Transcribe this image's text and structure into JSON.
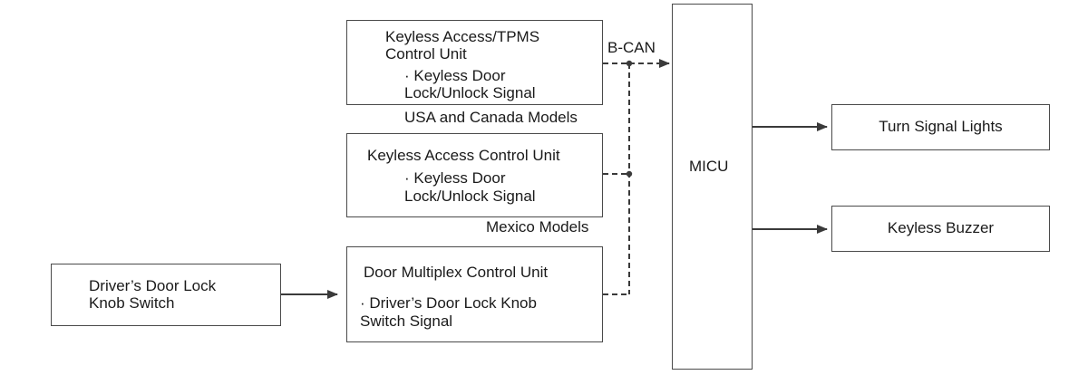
{
  "blocks": {
    "tpms_unit": {
      "title_line1": "Keyless Access/TPMS",
      "title_line2": "Control Unit",
      "signal_line1": "· Keyless Door",
      "signal_line2": "Lock/Unlock Signal"
    },
    "keyless_unit": {
      "title": "Keyless Access Control Unit",
      "signal_line1": "· Keyless Door",
      "signal_line2": "Lock/Unlock Signal"
    },
    "door_multiplex": {
      "title": "Door Multiplex Control Unit",
      "signal_line1": "· Driver’s Door Lock Knob",
      "signal_line2": "Switch Signal"
    },
    "knob_switch": {
      "line1": "Driver’s Door Lock",
      "line2": "Knob Switch"
    },
    "micu": {
      "label": "MICU"
    },
    "turn_signal": {
      "label": "Turn Signal Lights"
    },
    "buzzer": {
      "label": "Keyless Buzzer"
    }
  },
  "annotations": {
    "usa_canada": "USA and Canada Models",
    "mexico": "Mexico Models",
    "bus": "B-CAN"
  },
  "colors": {
    "line": "#3a3a3a",
    "box_border": "#4a4a4a",
    "text": "#1a1a1a"
  }
}
